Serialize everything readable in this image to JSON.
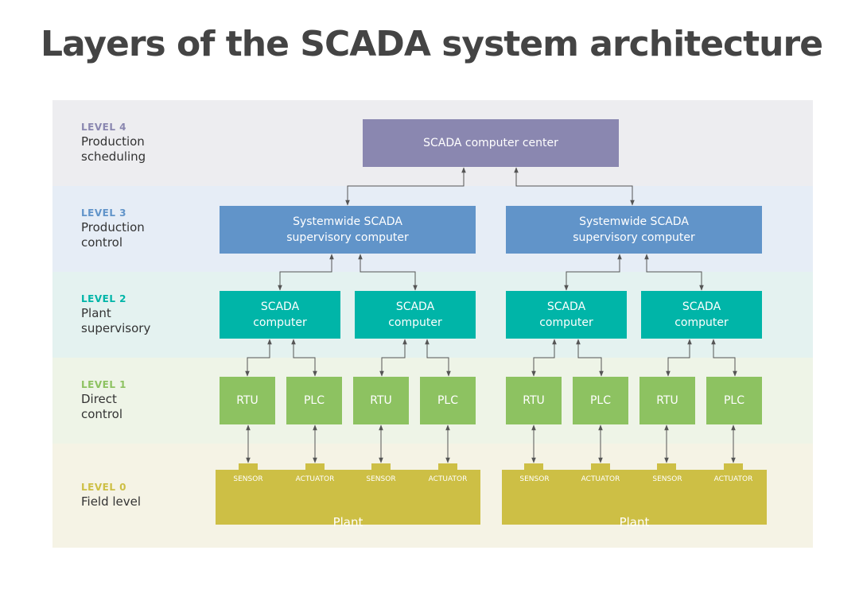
{
  "title": "Layers of the SCADA system architecture",
  "levels": [
    {
      "tag": "LEVEL 4",
      "name": [
        "Production",
        "scheduling"
      ]
    },
    {
      "tag": "LEVEL 3",
      "name": [
        "Production",
        "control"
      ]
    },
    {
      "tag": "LEVEL 2",
      "name": [
        "Plant",
        "supervisory"
      ]
    },
    {
      "tag": "LEVEL 1",
      "name": [
        "Direct",
        "control"
      ]
    },
    {
      "tag": "LEVEL 0",
      "name": [
        "Field level"
      ]
    }
  ],
  "level4_box": "SCADA computer center",
  "level3_boxes": [
    [
      "Systemwide SCADA",
      "supervisory computer"
    ],
    [
      "Systemwide SCADA",
      "supervisory computer"
    ]
  ],
  "level2_boxes": [
    [
      "SCADA",
      "computer"
    ],
    [
      "SCADA",
      "computer"
    ],
    [
      "SCADA",
      "computer"
    ],
    [
      "SCADA",
      "computer"
    ]
  ],
  "level1_boxes": [
    "RTU",
    "PLC",
    "RTU",
    "PLC",
    "RTU",
    "PLC",
    "RTU",
    "PLC"
  ],
  "level0_devices": [
    "SENSOR",
    "ACTUATOR",
    "SENSOR",
    "ACTUATOR",
    "SENSOR",
    "ACTUATOR",
    "SENSOR",
    "ACTUATOR"
  ],
  "plants": [
    "Plant",
    "Plant"
  ],
  "colors": {
    "title": "#444444",
    "level4": "#8a87b0",
    "level3": "#6194c9",
    "level2": "#00b5a8",
    "level1": "#8dc261",
    "level0": "#cdbf45",
    "band4": "#ededf0",
    "band3": "#e6edf6",
    "band2": "#e4f2f0",
    "band1": "#eef4e7",
    "band0": "#f5f3e5",
    "arrow": "#555555"
  }
}
